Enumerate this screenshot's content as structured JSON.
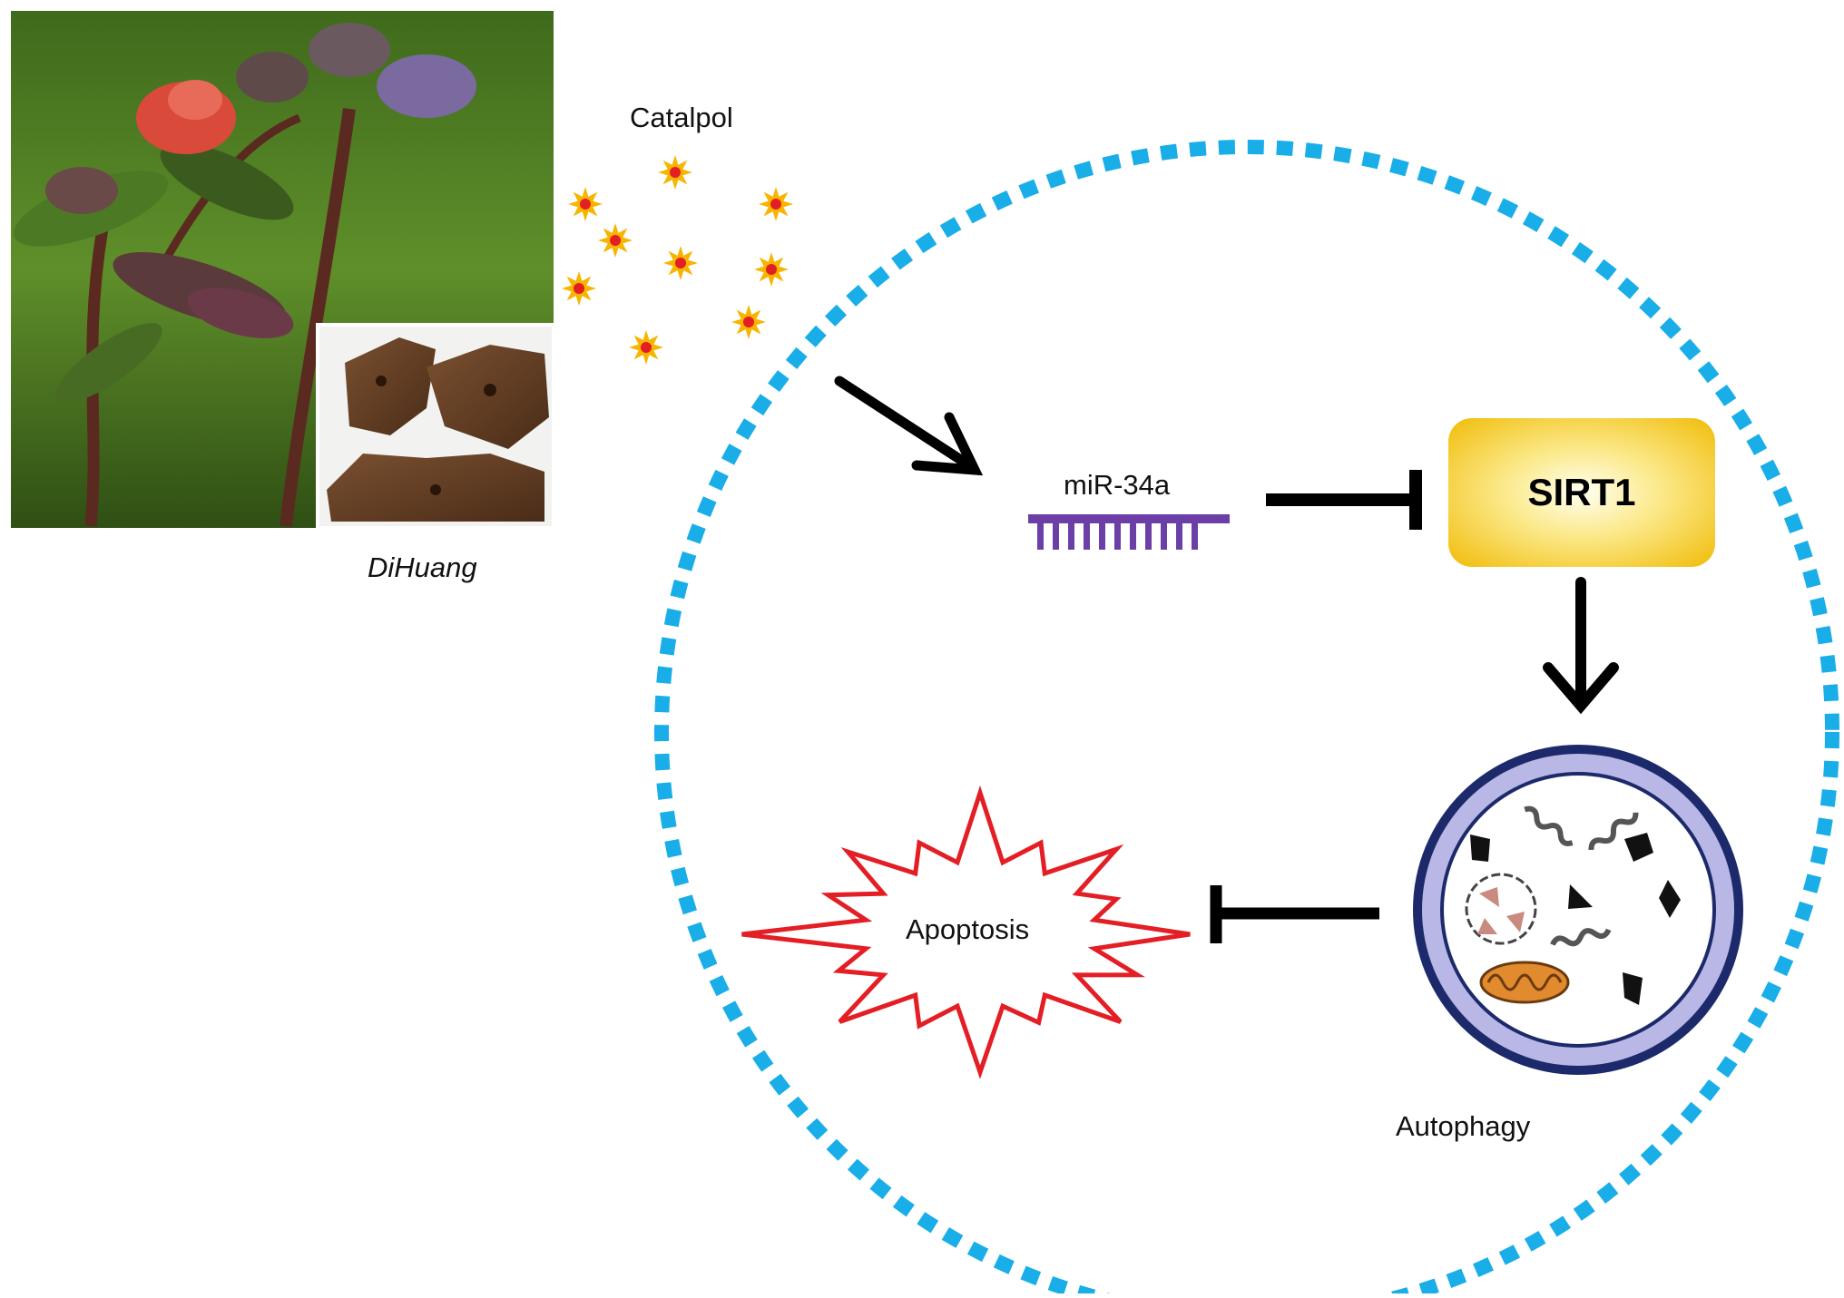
{
  "labels": {
    "catalpol": "Catalpol",
    "dihuang": "DiHuang",
    "mir34a": "miR-34a",
    "sirt1": "SIRT1",
    "apoptosis": "Apoptosis",
    "autophagy": "Autophagy"
  },
  "colors": {
    "cell_membrane": "#1AAEE8",
    "mirna": "#6B3FA6",
    "sirt1_center": "#FFFFF0",
    "sirt1_edge": "#F2C21A",
    "apoptosis_outline": "#E31E24",
    "autophagosome_ring": "#1C2A6B",
    "autophagosome_inner": "#B9B7E6",
    "catalpol_star": "#F7B500",
    "catalpol_core": "#E31E24",
    "arrow": "#000000"
  },
  "icons": {
    "plant_photo": "rehmannia-plant-photo",
    "root_photo": "rehmannia-root-photo",
    "molecule": "catalpol-star-icon"
  }
}
